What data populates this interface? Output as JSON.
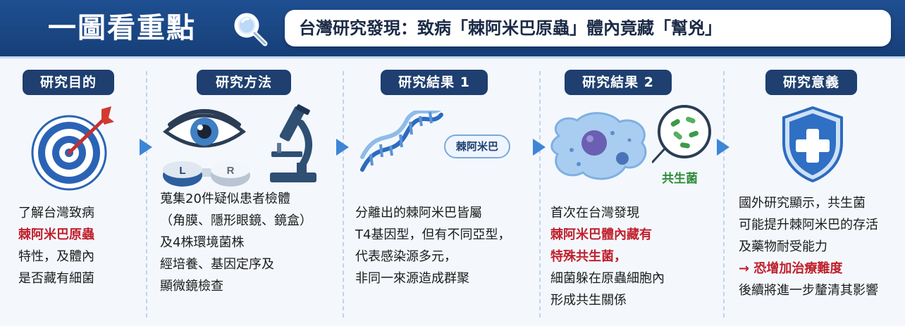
{
  "header": {
    "title": "一圖看重點",
    "subtitle": "台灣研究發現：致病「棘阿米巴原蟲」體內竟藏「幫兇」"
  },
  "sections": [
    {
      "label": "研究目的",
      "lines": [
        {
          "text": "了解台灣致病",
          "style": "normal"
        },
        {
          "text": "棘阿米巴原蟲",
          "style": "red"
        },
        {
          "text": "特性，及體內",
          "style": "normal"
        },
        {
          "text": "是否藏有細菌",
          "style": "normal"
        }
      ]
    },
    {
      "label": "研究方法",
      "lines": [
        {
          "text": "蒐集20件疑似患者檢體",
          "style": "normal"
        },
        {
          "text": "（角膜、隱形眼鏡、鏡盒）",
          "style": "normal"
        },
        {
          "text": "及4株環境菌株",
          "style": "normal"
        },
        {
          "text": "經培養、基因定序及",
          "style": "normal"
        },
        {
          "text": "顯微鏡檢查",
          "style": "normal"
        }
      ],
      "lens_left": "L",
      "lens_right": "R"
    },
    {
      "label": "研究結果 1",
      "tag": "棘阿米巴",
      "lines": [
        {
          "text": "分離出的棘阿米巴皆屬",
          "style": "normal"
        },
        {
          "text": "T4基因型，但有不同亞型，",
          "style": "normal"
        },
        {
          "text": "代表感染源多元，",
          "style": "normal"
        },
        {
          "text": "非同一來源造成群聚",
          "style": "normal"
        }
      ]
    },
    {
      "label": "研究結果 2",
      "bacteria_label": "共生菌",
      "lines": [
        {
          "text": "首次在台灣發現",
          "style": "normal"
        },
        {
          "text": "棘阿米巴體內藏有",
          "style": "red"
        },
        {
          "text": "特殊共生菌，",
          "style": "red-mixed"
        },
        {
          "text": "細菌躲在原蟲細胞內",
          "style": "normal"
        },
        {
          "text": "形成共生關係",
          "style": "normal"
        }
      ]
    },
    {
      "label": "研究意義",
      "lines": [
        {
          "text": "國外研究顯示，共生菌",
          "style": "normal"
        },
        {
          "text": "可能提升棘阿米巴的存活",
          "style": "normal"
        },
        {
          "text": "及藥物耐受能力",
          "style": "normal"
        },
        {
          "text": "→ 恐增加治療難度",
          "style": "red"
        },
        {
          "text": "後續將進一步釐清其影響",
          "style": "normal"
        }
      ]
    }
  ],
  "colors": {
    "header_bg": "#1e4f91",
    "pill_bg": "#1e3f6f",
    "accent_red": "#c0202c",
    "accent_blue": "#3b7fd0",
    "bacteria_green": "#2f8a3a"
  },
  "icons": [
    "magnifier-icon",
    "target-icon",
    "eye-icon",
    "contact-lens-case-icon",
    "microscope-icon",
    "dna-icon",
    "amoeba-icon",
    "bacteria-icon",
    "shield-cross-icon",
    "chevron-arrow-icon"
  ]
}
